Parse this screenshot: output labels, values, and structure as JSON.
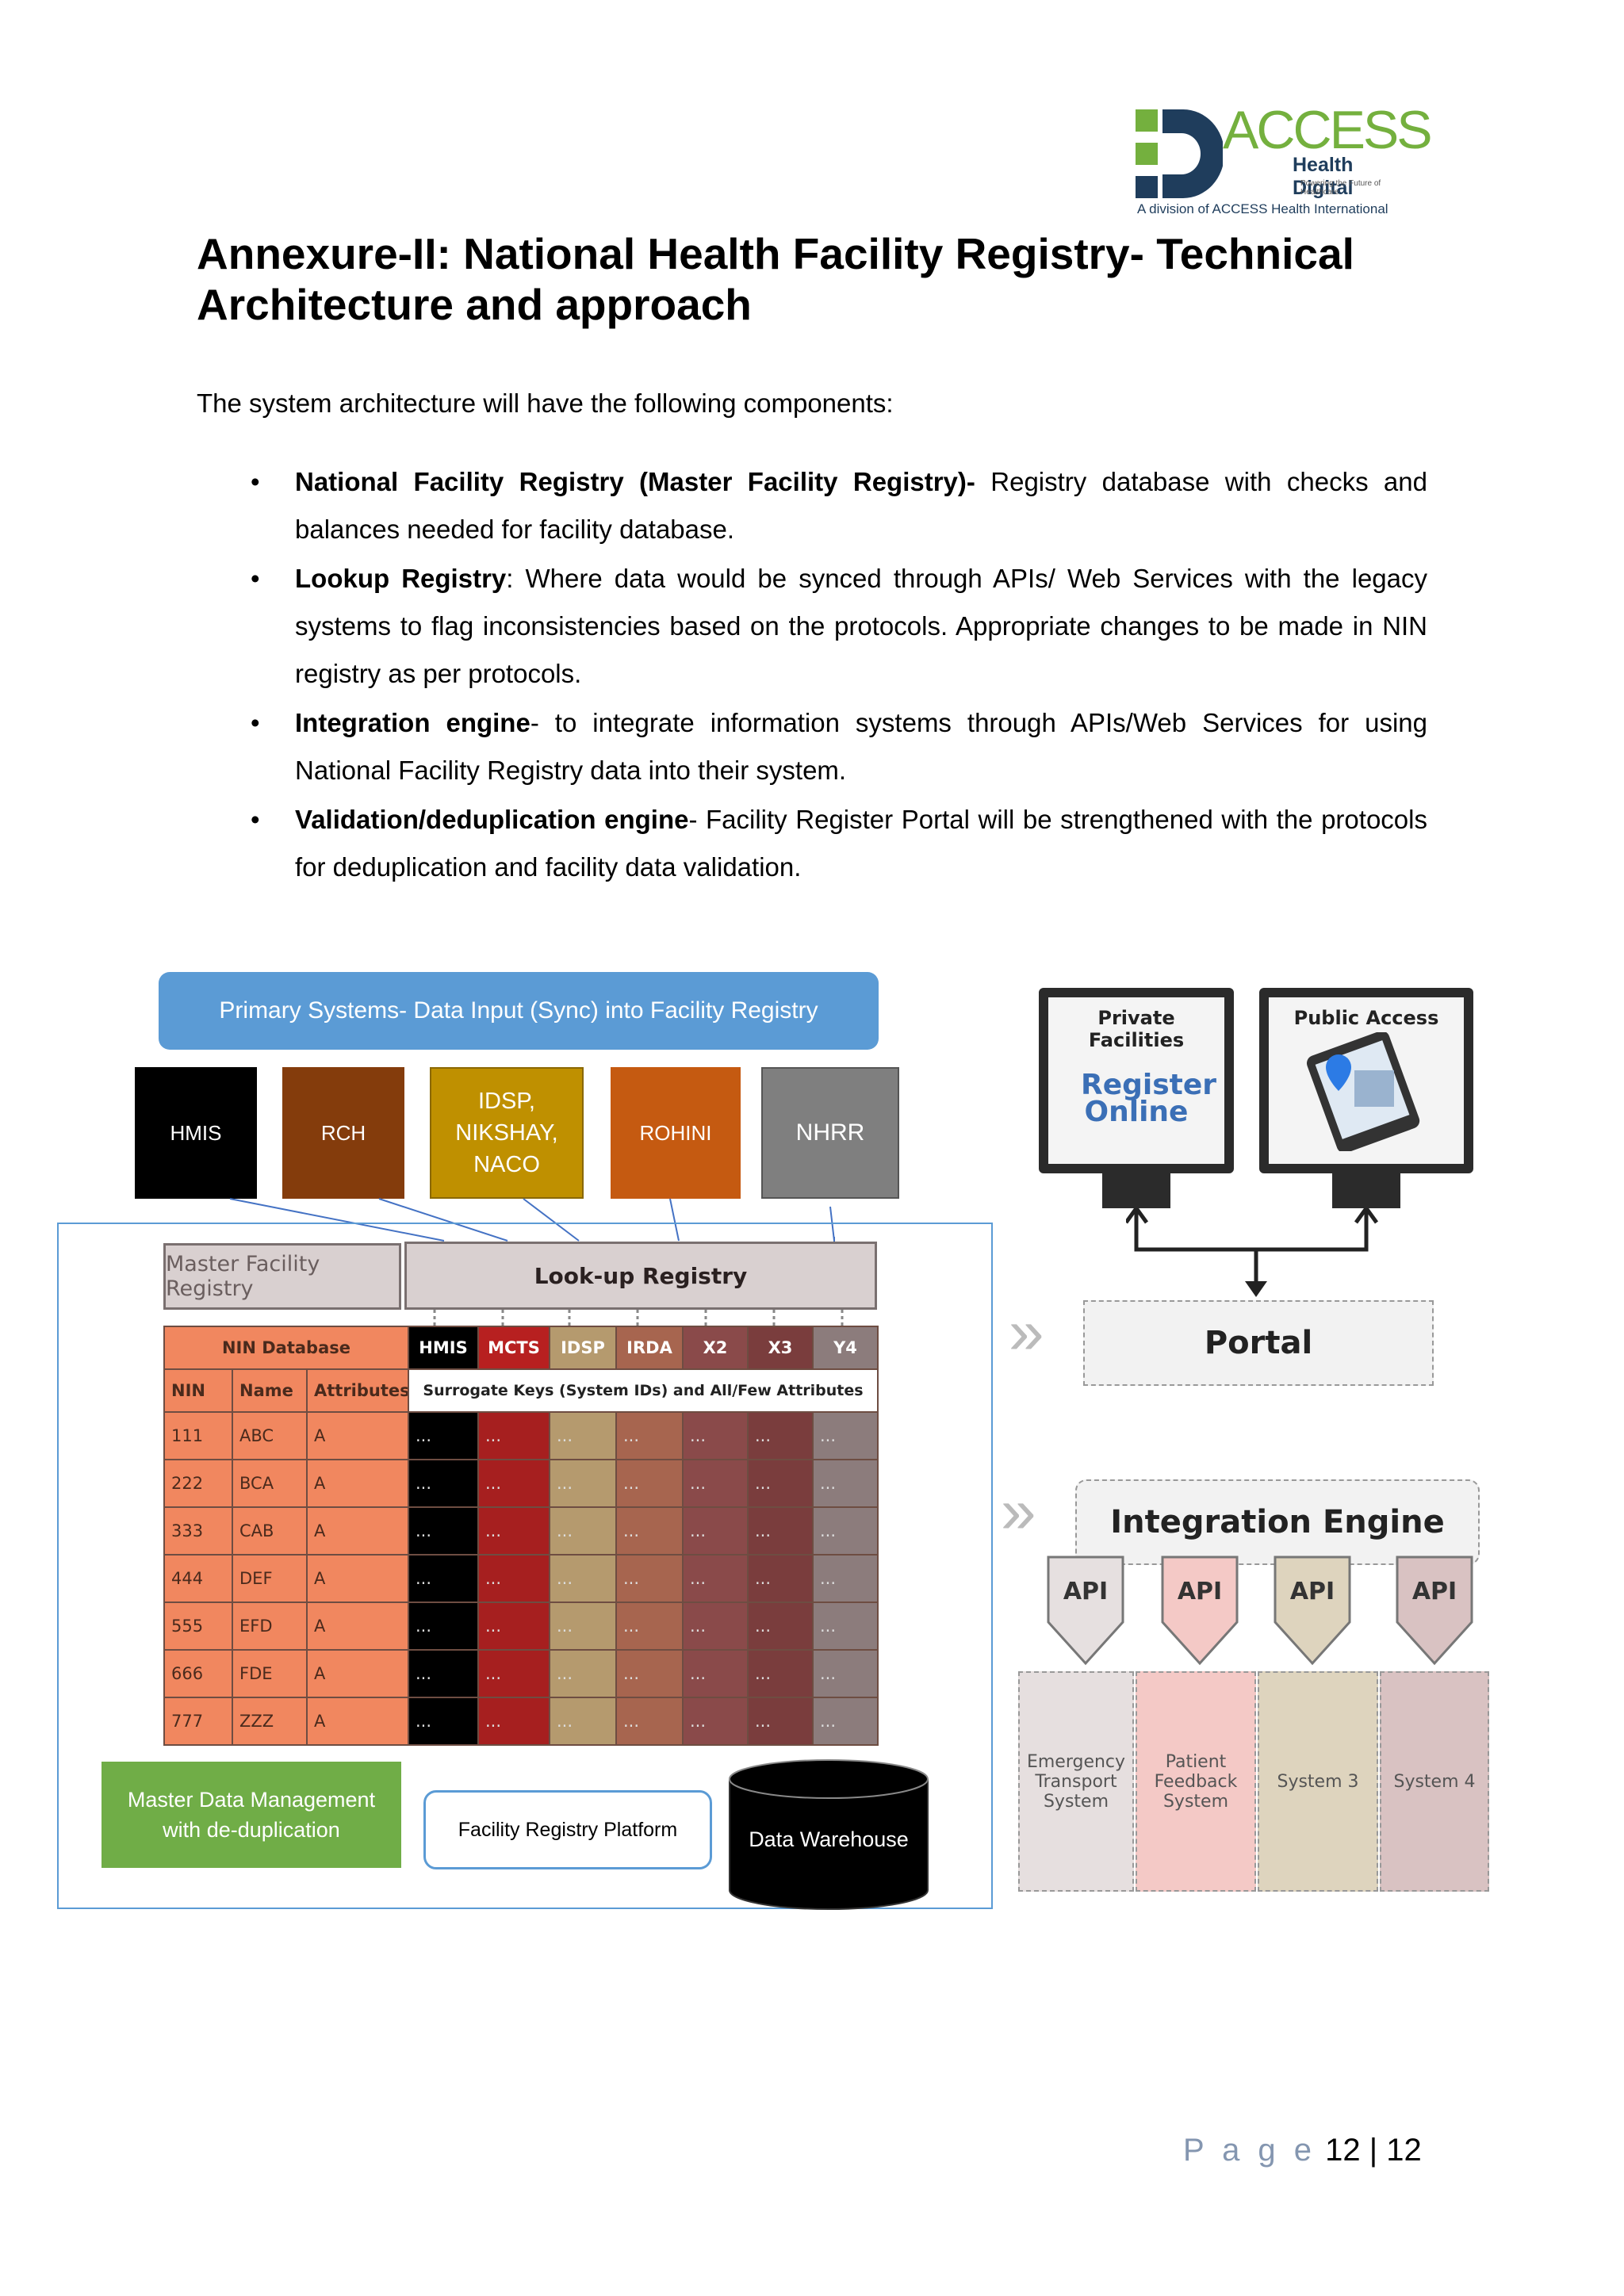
{
  "logo": {
    "wordmark": "ACCESS",
    "line1": "Health Digital",
    "line2": "Powering the Future of Healthcare",
    "line3": "A division of ACCESS Health International"
  },
  "title": "Annexure-II: National Health Facility Registry- Technical Architecture and approach",
  "intro": "The system architecture will have the following components:",
  "bullets": [
    {
      "bold": "National Facility Registry (Master Facility Registry)-",
      "text": " Registry database with checks and balances needed for facility database."
    },
    {
      "bold": "Lookup Registry",
      "text": ": Where data would be synced through APIs/ Web Services with the legacy systems to flag inconsistencies based on the protocols. Appropriate changes to be made in NIN registry as per protocols."
    },
    {
      "bold": "Integration engine",
      "text": "- to integrate information systems through APIs/Web Services for using National Facility Registry data into their system."
    },
    {
      "bold": "Validation/deduplication engine",
      "text": "- Facility Register Portal will be strengthened with the protocols for deduplication and facility data validation."
    }
  ],
  "diagram": {
    "banner": "Primary Systems- Data Input (Sync) into Facility Registry",
    "sources": [
      "HMIS",
      "RCH",
      "IDSP, NIKSHAY, NACO",
      "ROHINI",
      "NHRR"
    ],
    "master_label": "Master Facility Registry",
    "lookup_label": "Look-up Registry",
    "grid_headers": [
      "NIN Database",
      "HMIS",
      "MCTS",
      "IDSP",
      "IRDA",
      "X2",
      "X3",
      "Y4"
    ],
    "grid_subheaders": [
      "NIN",
      "Name",
      "Attributes"
    ],
    "surrogate_label": "Surrogate Keys (System IDs) and All/Few Attributes",
    "rows": [
      [
        "111",
        "ABC",
        "A"
      ],
      [
        "222",
        "BCA",
        "A"
      ],
      [
        "333",
        "CAB",
        "A"
      ],
      [
        "444",
        "DEF",
        "A"
      ],
      [
        "555",
        "EFD",
        "A"
      ],
      [
        "666",
        "FDE",
        "A"
      ],
      [
        "777",
        "ZZZ",
        "A"
      ]
    ],
    "ellipsis": "...",
    "mdm": "Master Data Management with de-duplication",
    "platform": "Facility Registry Platform",
    "warehouse": "Data Warehouse"
  },
  "right": {
    "private": "Private Facilities",
    "public": "Public Access",
    "register": "Register Online",
    "portal": "Portal",
    "engine": "Integration Engine",
    "api": "API",
    "systems": [
      "Emergency Transport System",
      "Patient Feedback System",
      "System 3",
      "System 4"
    ]
  },
  "footer": {
    "page_word": "P a g e",
    "page_num": "12 | 12"
  },
  "colors": {
    "banner": "#5b9bd5",
    "hmis": "#000000",
    "rch": "#843c0c",
    "idsp": "#bf9000",
    "rohini": "#c55a11",
    "nhrr": "#7f7f7f",
    "mdm": "#70ad47",
    "logo_green": "#74b03e"
  }
}
